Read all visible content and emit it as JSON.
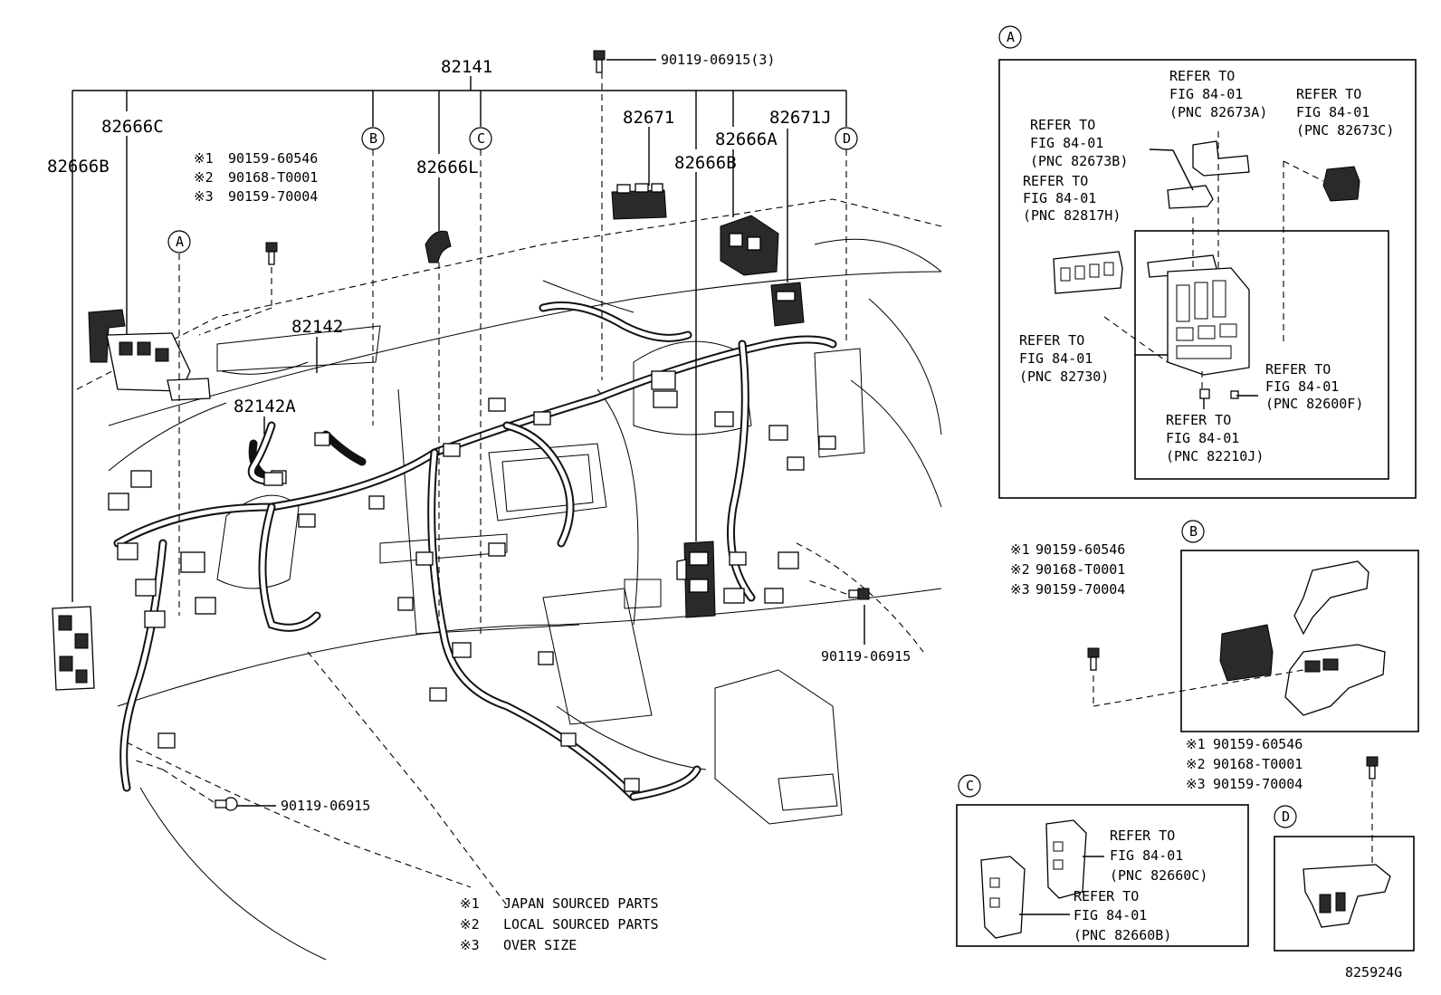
{
  "diagram_id": "825924G",
  "main_labels": {
    "harness_main": "82141",
    "bolt_top": "90119-06915(3)",
    "p82666C": "82666C",
    "p82666B_left": "82666B",
    "p82666L": "82666L",
    "p82671": "82671",
    "p82666A": "82666A",
    "p82671J": "82671J",
    "p82666B_mid": "82666B",
    "p82142": "82142",
    "p82142A": "82142A",
    "bolt_right": "90119-06915",
    "bolt_bottom": "90119-06915"
  },
  "callouts": {
    "A": "A",
    "B": "B",
    "C": "C",
    "D": "D"
  },
  "bolt_options_main": [
    {
      "mark": "※1",
      "part": "90159-60546"
    },
    {
      "mark": "※2",
      "part": "90168-T0001"
    },
    {
      "mark": "※3",
      "part": "90159-70004"
    }
  ],
  "bolt_options_b": [
    {
      "mark": "※1",
      "part": "90159-60546"
    },
    {
      "mark": "※2",
      "part": "90168-T0001"
    },
    {
      "mark": "※3",
      "part": "90159-70004"
    }
  ],
  "bolt_options_d": [
    {
      "mark": "※1",
      "part": "90159-60546"
    },
    {
      "mark": "※2",
      "part": "90168-T0001"
    },
    {
      "mark": "※3",
      "part": "90159-70004"
    }
  ],
  "legend": [
    {
      "mark": "※1",
      "text": "JAPAN SOURCED PARTS"
    },
    {
      "mark": "※2",
      "text": "LOCAL SOURCED PARTS"
    },
    {
      "mark": "※3",
      "text": "OVER SIZE"
    }
  ],
  "box_a_refs": [
    {
      "line1": "REFER TO",
      "line2": "FIG 84-01",
      "line3": "(PNC 82673A)"
    },
    {
      "line1": "REFER TO",
      "line2": "FIG 84-01",
      "line3": "(PNC 82673C)"
    },
    {
      "line1": "REFER TO",
      "line2": "FIG 84-01",
      "line3": "(PNC 82673B)"
    },
    {
      "line1": "REFER TO",
      "line2": "FIG 84-01",
      "line3": "(PNC 82817H)"
    },
    {
      "line1": "REFER TO",
      "line2": "FIG 84-01",
      "line3": "(PNC 82730)"
    },
    {
      "line1": "REFER TO",
      "line2": "FIG 84-01",
      "line3": "(PNC 82600F)"
    },
    {
      "line1": "REFER TO",
      "line2": "FIG 84-01",
      "line3": "(PNC 82210J)"
    }
  ],
  "box_c_refs": [
    {
      "line1": "REFER TO",
      "line2": "FIG 84-01",
      "line3": "(PNC 82660C)"
    },
    {
      "line1": "REFER TO",
      "line2": "FIG 84-01",
      "line3": "(PNC 82660B)"
    }
  ]
}
